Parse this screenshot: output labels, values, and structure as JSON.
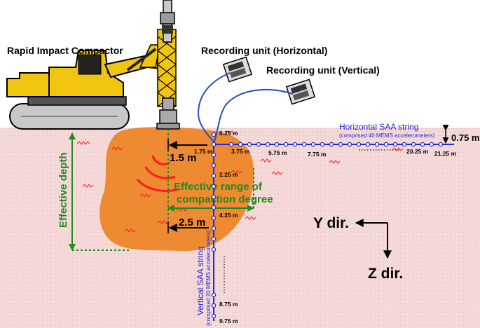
{
  "labels": {
    "compactor": "Rapid Impact Compactor",
    "rec_h": "Recording unit (Horizontal)",
    "rec_v": "Recording unit (Vertical)",
    "h_string": "Horizontal SAA string",
    "h_string_sub": "(comprised 40 MEMS accelerometers)",
    "h_depth": "0.75 m",
    "eff_depth": "Effective depth",
    "eff_range_1": "Effective range of",
    "eff_range_2": "compaction degree",
    "d15": "1.5 m",
    "d25": "2.5 m",
    "v_string": "Vertical SAA string",
    "v_string_sub": "(comprised 20 MEMS accelerometers)",
    "ydir": "Y dir.",
    "zdir": "Z dir."
  },
  "h_marks": [
    "1.75 m",
    "3.75 m",
    "5.75 m",
    "7.75 m",
    "20.25 m",
    "21.25 m"
  ],
  "v_marks": [
    "0.25 m",
    "2.25 m",
    "4.25 m",
    "8.75 m",
    "9.75 m"
  ],
  "colors": {
    "soil": "#f5d9d8",
    "zone": "#ee8a32",
    "string": "#1f2bd6",
    "cable": "#2650b8",
    "effective": "#1f8a1f",
    "wave": "#ff1a1a",
    "compactor": "#f1c40f"
  }
}
